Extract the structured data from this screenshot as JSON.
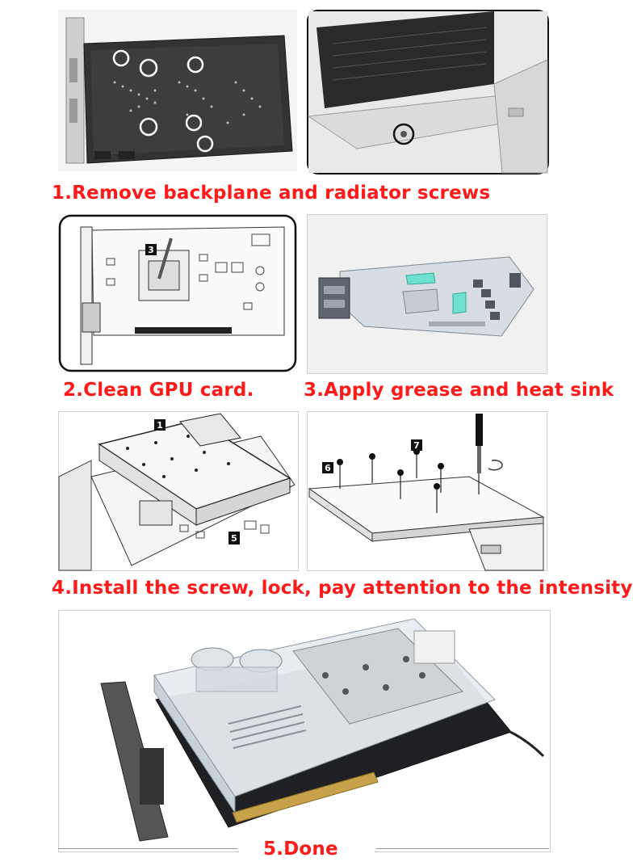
{
  "steps": [
    {
      "caption": "1.Remove backplane and radiator screws"
    },
    {
      "caption": "2.Clean GPU card."
    },
    {
      "caption": "3.Apply grease and heat sink"
    },
    {
      "caption": "4.Install the screw, lock, pay attention to the intensity"
    },
    {
      "caption": "5.Done"
    }
  ],
  "callouts": {
    "step2_marker": "3",
    "step4_left_top": "1",
    "step4_left_bottom": "5",
    "step4_right_left": "6",
    "step4_right_top": "7"
  },
  "colors": {
    "caption": "#ff1a1a",
    "backplate": "#2f2f2f",
    "thermal_pad": "#6ee0d0",
    "copper_block": "#cfd3d8"
  }
}
